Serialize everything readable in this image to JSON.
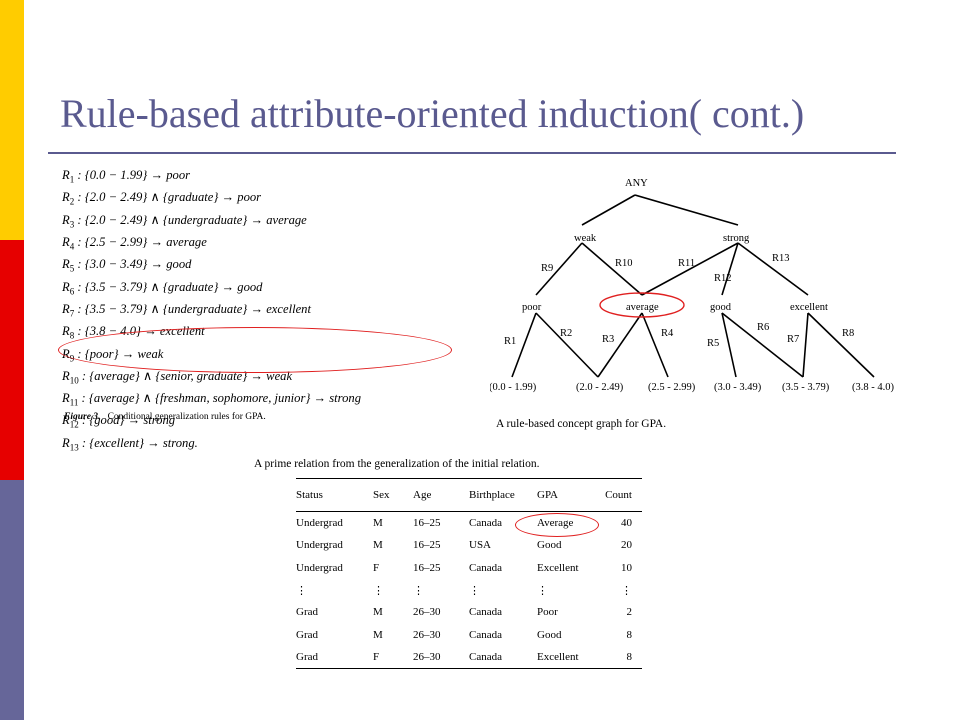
{
  "slide": {
    "title": "Rule-based attribute-oriented induction( cont.)",
    "colors": {
      "title": "#5a5a8f",
      "bar_top": "#ffcc00",
      "bar_middle": "#e60000",
      "bar_bottom": "#666699",
      "highlight_ellipse": "#e02020"
    }
  },
  "rules_figure": {
    "rules": [
      {
        "label": "R",
        "sub": "1",
        "body": " : {0.0 − 1.99} → poor"
      },
      {
        "label": "R",
        "sub": "2",
        "body": " : {2.0 − 2.49} ∧ {graduate} → poor"
      },
      {
        "label": "R",
        "sub": "3",
        "body": " : {2.0 − 2.49} ∧ {undergraduate} → average"
      },
      {
        "label": "R",
        "sub": "4",
        "body": " : {2.5 − 2.99} → average"
      },
      {
        "label": "R",
        "sub": "5",
        "body": " : {3.0 − 3.49} → good"
      },
      {
        "label": "R",
        "sub": "6",
        "body": " : {3.5 − 3.79} ∧ {graduate} → good"
      },
      {
        "label": "R",
        "sub": "7",
        "body": " : {3.5 − 3.79} ∧ {undergraduate} → excellent"
      },
      {
        "label": "R",
        "sub": "8",
        "body": " : {3.8 − 4.0} → excellent"
      },
      {
        "label": "R",
        "sub": "9",
        "body": " : {poor} → weak"
      },
      {
        "label": "R",
        "sub": "10",
        "body": " : {average} ∧ {senior, graduate} → weak"
      },
      {
        "label": "R",
        "sub": "11",
        "body": " : {average} ∧ {freshman, sophomore, junior} → strong"
      },
      {
        "label": "R",
        "sub": "12",
        "body": " : {good} → strong"
      },
      {
        "label": "R",
        "sub": "13",
        "body": " : {excellent} → strong."
      }
    ],
    "caption_prefix": "Figure 3.",
    "caption": "Conditional generalization rules for GPA."
  },
  "concept_graph": {
    "caption": "A rule-based concept graph for GPA.",
    "nodes": {
      "root": "ANY",
      "weak": "weak",
      "strong": "strong",
      "poor": "poor",
      "average": "average",
      "good": "good",
      "excellent": "excellent"
    },
    "leaves": [
      "(0.0 - 1.99)",
      "(2.0 - 2.49)",
      "(2.5 - 2.99)",
      "(3.0 - 3.49)",
      "(3.5 - 3.79)",
      "(3.8 - 4.0)"
    ],
    "edge_labels": [
      "R9",
      "R10",
      "R11",
      "R12",
      "R13",
      "R1",
      "R2",
      "R3",
      "R4",
      "R5",
      "R6",
      "R7",
      "R8"
    ]
  },
  "prime_relation": {
    "title": "A prime relation from the generalization of the initial relation.",
    "columns": [
      "Status",
      "Sex",
      "Age",
      "Birthplace",
      "GPA",
      "Count"
    ],
    "rows": [
      [
        "Undergrad",
        "M",
        "16–25",
        "Canada",
        "Average",
        "40"
      ],
      [
        "Undergrad",
        "M",
        "16–25",
        "USA",
        "Good",
        "20"
      ],
      [
        "Undergrad",
        "F",
        "16–25",
        "Canada",
        "Excellent",
        "10"
      ],
      [
        "⋮",
        "⋮",
        "⋮",
        "⋮",
        "⋮",
        "⋮"
      ],
      [
        "Grad",
        "M",
        "26–30",
        "Canada",
        "Poor",
        "2"
      ],
      [
        "Grad",
        "M",
        "26–30",
        "Canada",
        "Good",
        "8"
      ],
      [
        "Grad",
        "F",
        "26–30",
        "Canada",
        "Excellent",
        "8"
      ]
    ]
  }
}
